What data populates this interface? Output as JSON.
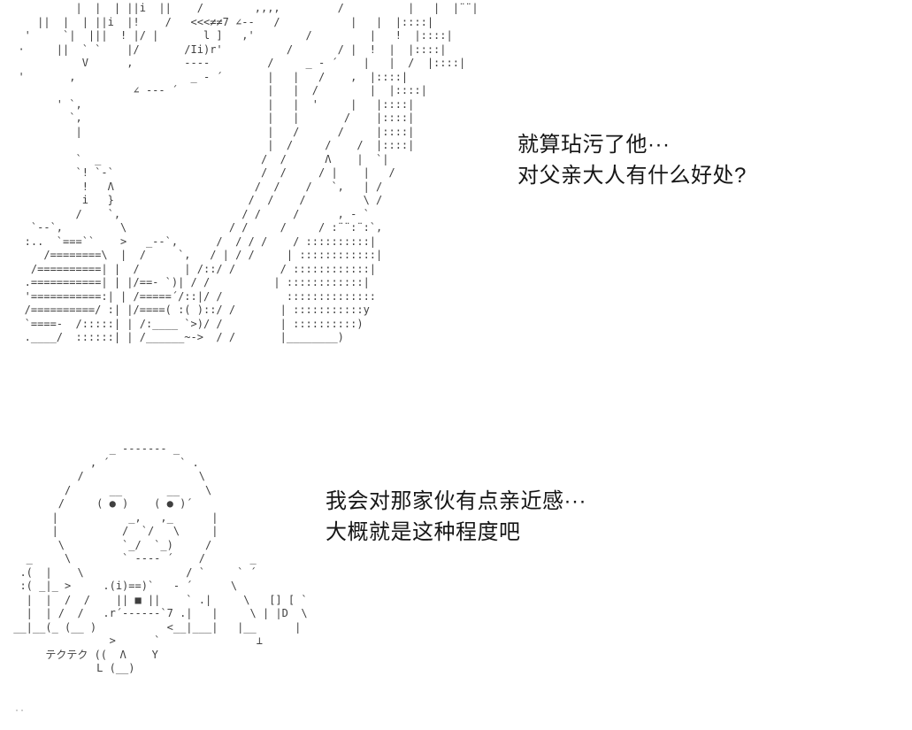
{
  "canvas": {
    "background": "#ffffff",
    "art_color": "#3f3f3f",
    "text_color": "#161616"
  },
  "top_scene": {
    "ascii_lines": [
      "           |  |  | ||i  ||    /        ,,,,         /          |   |  |¨¨|",
      "     ||  |  | ||i  |!    /   <<<≠≠7 ∠--   /           |   |  |::::|",
      "   '     `|  |||  ! |/ |       l ]   ,'        /         |   !  |::::|",
      "  ·     ||  ` `    |/       /Ii)r'          /       / |  !  |  |::::|",
      "            V      ,        ----         /     _ - ´    |   |  /  |::::|",
      "  '       ,                  _ - ´       |   |   /    ,  |::::|",
      "                    ∠ --- ´              |   |  /        |  |::::|",
      "        ' `,                             |   |  '     |   |::::|",
      "          `,                             |   |       /    |::::|",
      "           |                             |   /      /     |::::|",
      "                                         |  /     /    /  |::::|",
      "           `  _                         /  /      Λ    |  `|",
      "           `! `-`                       /  /     / |    |   /",
      "            !   Λ                      /  /    /   `,   | /",
      "            i   }                     /  /    /         \\ /",
      "           /    `,                   / /     /      , - `",
      "    `--`,         \\                / /     /     / :¨¨:¨:`,",
      "   :..  `===``    >   _--`,      /  / / /    / ::::::::::|",
      "      /========\\  |  /     `,   / | / /     | ::::::::::::|",
      "    /==========| |  /       | /::/ /       / ::::::::::::|",
      "   .===========| | |/==- `)| / /          | ::::::::::::|",
      "   '===========:| | /=====´/::|/ /          ::::::::::::::",
      "   /==========/ :| |/====( :( )::/ /       | :::::::::::y",
      "   `====-  /:::::| | /:____ `>)/ /         | ::::::::::)",
      "   .____/  ::::::| | /______~->  / /       |________)"
    ]
  },
  "top_dialogue": {
    "lines": [
      "就算玷污了他···",
      "对父亲大人有什么好处?"
    ]
  },
  "bottom_scene": {
    "ascii_lines": [
      "                _ ------- _",
      "             , ´           ` .",
      "           /                  \\",
      "         /      __       __    \\",
      "        /     ( ● )    ( ● )´",
      "       |           _,   ,_      |",
      "       |          /  `/   \\     |",
      "        \\         `_/  `_)     /",
      "   _     \\        ` ---- ´    /       _",
      "  .(  |    \\                / `     ` ´",
      "  :( _|_ >     .(i)==)`   - ´      \\",
      "   |  |  /  /    || ■ ||    ` .|     \\   [] [ `",
      "   |  | /  /   .r´------`7 .|   |     \\ | |D  \\",
      " __|__(_ (__ )           <__|___|   |__      |",
      "                >      `               ⊥",
      "      テクテク ((  Λ    Y",
      "              L (__)"
    ]
  },
  "bottom_dialogue": {
    "lines": [
      "我会对那家伙有点亲近感···",
      "大概就是这种程度吧"
    ]
  },
  "footer_mark": {
    "text": "··"
  }
}
